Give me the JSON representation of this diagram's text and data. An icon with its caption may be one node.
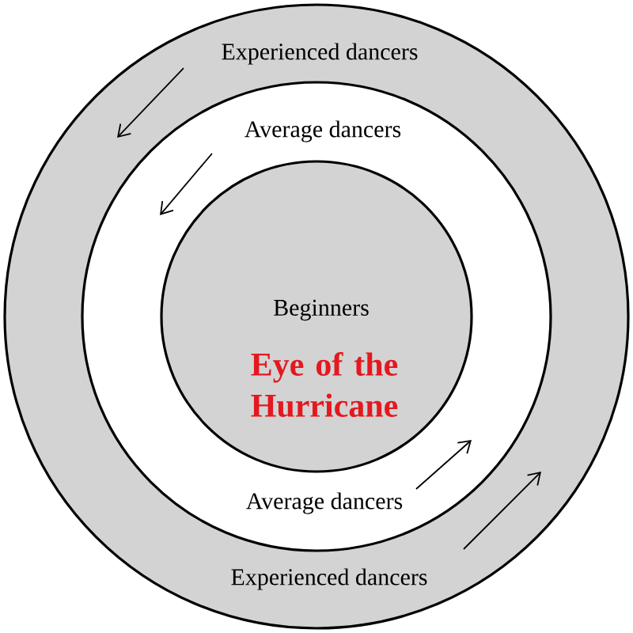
{
  "diagram": {
    "nodes": [
      {
        "text": [
          "Experienced dancers",
          "Experienced dancers"
        ]
      },
      {
        "text": [
          "Average dancers",
          "Average dancers"
        ],
        "in": 0
      },
      {
        "text": [
          "Beginners",
          "Eye of the Hurricane"
        ],
        "in": 1
      }
    ]
  }
}
